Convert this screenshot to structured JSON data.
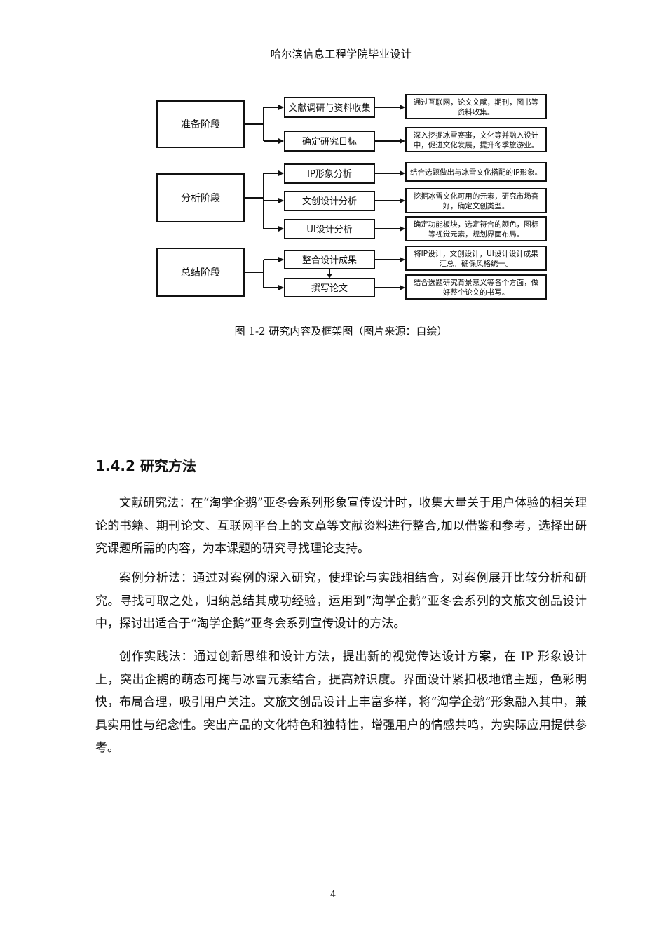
{
  "header": {
    "title": "哈尔滨信息工程学院毕业设计"
  },
  "diagram": {
    "stages": [
      {
        "label": "准备阶段",
        "tasks": [
          {
            "label": "文献调研与资料收集",
            "desc": [
              "通过互联网，论文文献，期刊，图书等",
              "资料收集。"
            ]
          },
          {
            "label": "确定研究目标",
            "desc": [
              "深入挖掘冰雪赛事，文化等并融入设计",
              "中，促进文化发展，提升冬季旅游业。"
            ]
          }
        ]
      },
      {
        "label": "分析阶段",
        "tasks": [
          {
            "label": "IP形象分析",
            "desc": [
              "结合选题做出与冰雪文化搭配的IP形象。"
            ]
          },
          {
            "label": "文创设计分析",
            "desc": [
              "挖掘冰雪文化可用的元素，研究市场喜",
              "好，确定文创类型。"
            ]
          },
          {
            "label": "UI设计分析",
            "desc": [
              "确定功能板块，选定符合的颜色，图标",
              "等视觉元素，规划界面布局。"
            ]
          }
        ]
      },
      {
        "label": "总结阶段",
        "tasks": [
          {
            "label": "整合设计成果",
            "desc": [
              "将IP设计，文创设计，UI设计设计成果",
              "汇总，确保风格统一。"
            ]
          },
          {
            "label": "撰写论文",
            "desc": [
              "结合选题研究背景意义等各个方面，做",
              "好整个论文的书写。"
            ]
          }
        ]
      }
    ]
  },
  "caption": "图 1-2 研究内容及框架图（图片来源：自绘）",
  "section": {
    "title": "1.4.2 研究方法",
    "paragraphs": [
      "文献研究法：在“淘学企鹅”亚冬会系列形象宣传设计时，收集大量关于用户体验的相关理论的书籍、期刊论文、互联网平台上的文章等文献资料进行整合,加以借鉴和参考，选择出研究课题所需的内容，为本课题的研究寻找理论支持。",
      "案例分析法：通过对案例的深入研究，使理论与实践相结合，对案例展开比较分析和研究。寻找可取之处，归纳总结其成功经验，运用到“淘学企鹅”亚冬会系列的文旅文创品设计中，探讨出适合于“淘学企鹅”亚冬会系列宣传设计的方法。",
      "创作实践法：通过创新思维和设计方法，提出新的视觉传达设计方案，在 IP 形象设计上，突出企鹅的萌态可掬与冰雪元素结合，提高辨识度。界面设计紧扣极地馆主题，色彩明快，布局合理，吸引用户关注。文旅文创品设计上丰富多样，将“淘学企鹅”形象融入其中，兼具实用性与纪念性。突出产品的文化特色和独特性，增强用户的情感共鸣，为实际应用提供参考。"
    ]
  },
  "footer": {
    "page_number": "4"
  }
}
